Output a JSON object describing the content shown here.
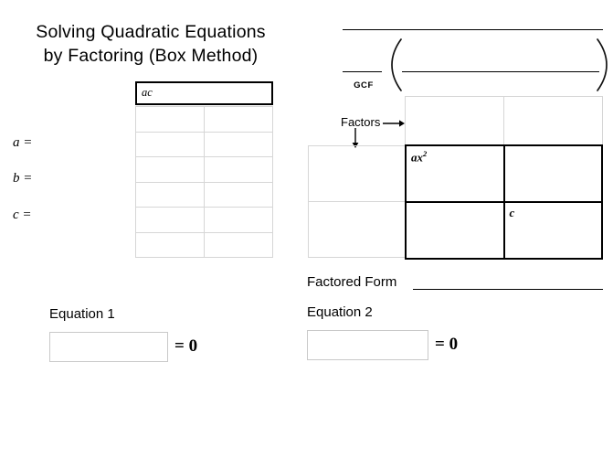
{
  "worksheet": {
    "title_line1": "Solving Quadratic Equations",
    "title_line2": "by Factoring (Box Method)"
  },
  "left_panel": {
    "ac_box_label": "ac",
    "coefficients": [
      {
        "name": "a",
        "text": "a ="
      },
      {
        "name": "b",
        "text": "b ="
      },
      {
        "name": "c",
        "text": "c ="
      }
    ],
    "factor_table": {
      "rows": 6,
      "cols": 2,
      "cells": [
        [
          "",
          ""
        ],
        [
          "",
          ""
        ],
        [
          "",
          ""
        ],
        [
          "",
          ""
        ],
        [
          "",
          ""
        ],
        [
          "",
          ""
        ]
      ]
    },
    "equation": {
      "label": "Equation 1",
      "input_value": "",
      "equals_zero": "= 0"
    }
  },
  "right_panel": {
    "gcf": {
      "label": "GCF",
      "top_blank_line": "",
      "gcf_blank_line": "",
      "paren_open": "(",
      "paren_close": ")",
      "inner_blank_line": ""
    },
    "factors": {
      "label": "Factors",
      "arrow_right_icon": "arrow-right-icon",
      "arrow_down_icon": "arrow-down-icon"
    },
    "box_grid": {
      "header_cells": [
        "",
        ""
      ],
      "left_cells": [
        "",
        ""
      ],
      "inner_cells": [
        [
          "ax²",
          ""
        ],
        [
          "",
          "c"
        ]
      ],
      "inner_cell_labels": {
        "top_left_base": "ax",
        "top_left_exponent": "2",
        "bottom_right": "c"
      }
    },
    "factored_form": {
      "label": "Factored Form",
      "blank_line": ""
    },
    "equation": {
      "label": "Equation 2",
      "input_value": "",
      "equals_zero": "= 0"
    }
  },
  "colors": {
    "ink": "#000000",
    "light_grid": "#d6d6d6",
    "input_border": "#c9c9c9",
    "page_background": "#ffffff"
  }
}
